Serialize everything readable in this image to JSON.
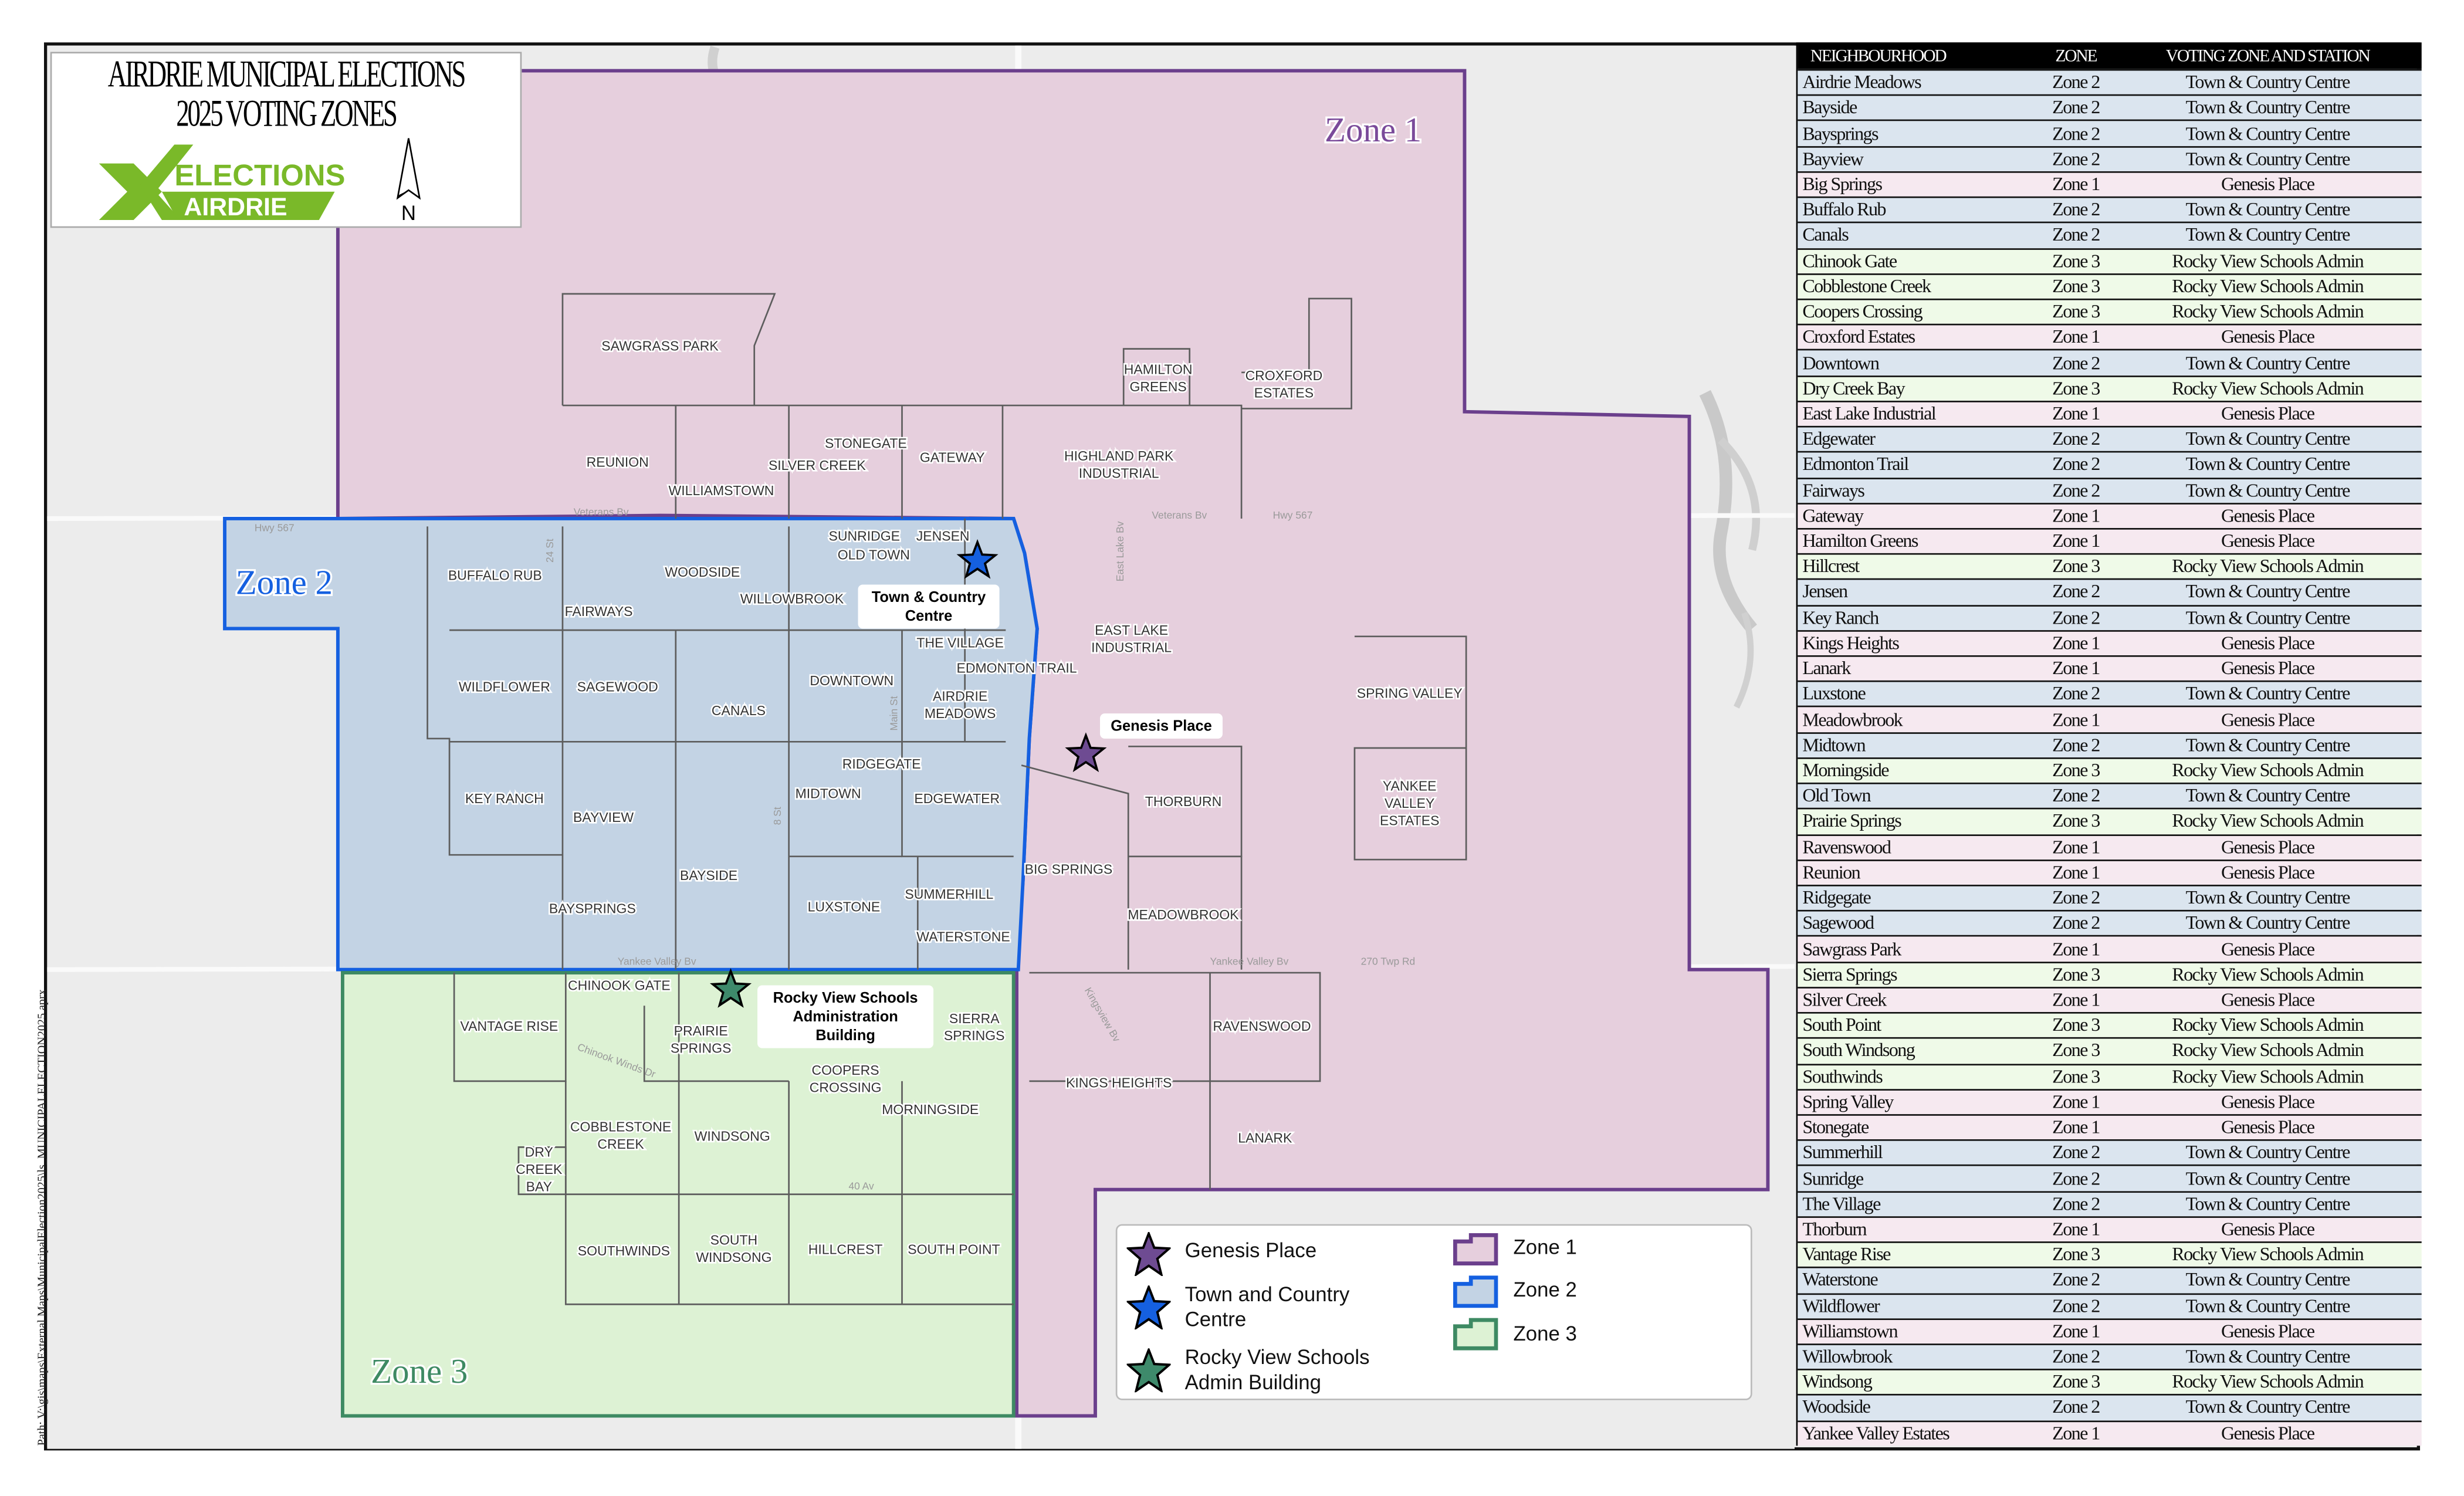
{
  "title": {
    "line1": "AIRDRIE MUNICIPAL ELECTIONS",
    "line2": "2025 VOTING ZONES"
  },
  "logo": {
    "line1": "ELECTIONS",
    "line2": "AIRDRIE",
    "color": "#7ab929"
  },
  "north_arrow": {
    "label": "N"
  },
  "path_text": "Path: V:\\gis\\maps\\External Maps\\MunicipalElection2025\\ls_MUNICIPALELECTION2025.aprx",
  "zones": [
    {
      "label": "Zone 1",
      "fill": "#e6cfdd",
      "stroke": "#6b3f8c",
      "text_color": "#7a4a9a"
    },
    {
      "label": "Zone 2",
      "fill": "#c3d3e4",
      "stroke": "#1560e0",
      "text_color": "#1560e0"
    },
    {
      "label": "Zone 3",
      "fill": "#ddf2d4",
      "stroke": "#3e8a63",
      "text_color": "#3e8a63"
    }
  ],
  "stations": [
    {
      "label": "Town & Country Centre",
      "color": "#1560e0"
    },
    {
      "label": "Genesis Place",
      "color": "#6e4b92"
    },
    {
      "label": "Rocky View Schools Administration Building",
      "color": "#3e8a6b"
    }
  ],
  "neighbourhood_labels": [
    "SAWGRASS PARK",
    "HAMILTON\nGREENS",
    "CROXFORD\nESTATES",
    "REUNION",
    "WILLIAMSTOWN",
    "STONEGATE",
    "SILVER CREEK",
    "GATEWAY",
    "HIGHLAND PARK\nINDUSTRIAL",
    "SUNRIDGE",
    "JENSEN",
    "OLD TOWN",
    "BUFFALO RUB",
    "WOODSIDE",
    "WILLOWBROOK",
    "FAIRWAYS",
    "THE VILLAGE",
    "EDMONTON TRAIL",
    "EAST LAKE\nINDUSTRIAL",
    "WILDFLOWER",
    "SAGEWOOD",
    "CANALS",
    "DOWNTOWN",
    "AIRDRIE\nMEADOWS",
    "SPRING VALLEY",
    "RIDGEGATE",
    "MIDTOWN",
    "EDGEWATER",
    "THORBURN",
    "KEY RANCH",
    "BAYVIEW",
    "YANKEE\nVALLEY\nESTATES",
    "BIG SPRINGS",
    "BAYSIDE",
    "SUMMERHILL",
    "BAYSPRINGS",
    "LUXSTONE",
    "MEADOWBROOK",
    "WATERSTONE",
    "CHINOOK GATE",
    "VANTAGE RISE",
    "PRAIRIE\nSPRINGS",
    "SIERRA\nSPRINGS",
    "RAVENSWOOD",
    "COOPERS\nCROSSING",
    "KINGS HEIGHTS",
    "MORNINGSIDE",
    "COBBLESTONE\nCREEK",
    "WINDSONG",
    "DRY\nCREEK\nBAY",
    "LANARK",
    "SOUTHWINDS",
    "SOUTH\nWINDSONG",
    "HILLCREST",
    "SOUTH POINT"
  ],
  "road_labels": [
    "Hwy 567",
    "Veterans Bv",
    "Veterans Bv",
    "Hwy 567",
    "24 St",
    "Main St",
    "8 St",
    "East Lake Bv",
    "Yankee Valley Bv",
    "Yankee Valley Bv",
    "270 Twp Rd",
    "Chinook Winds Dr",
    "40 Av",
    "Kingsview Bv"
  ],
  "legend": {
    "stations": [
      "Genesis Place",
      "Town and Country\nCentre",
      "Rocky View Schools\nAdmin Building"
    ],
    "zones": [
      "Zone 1",
      "Zone 2",
      "Zone 3"
    ]
  },
  "table": {
    "headers": [
      "NEIGHBOURHOOD",
      "ZONE",
      "VOTING ZONE AND STATION"
    ],
    "row_colors": {
      "Zone 1": "#f6e9f0",
      "Zone 2": "#dbe5ef",
      "Zone 3": "#effae8"
    },
    "rows": [
      [
        "Airdrie Meadows",
        "Zone 2",
        "Town & Country Centre"
      ],
      [
        "Bayside",
        "Zone 2",
        "Town & Country Centre"
      ],
      [
        "Baysprings",
        "Zone 2",
        "Town & Country Centre"
      ],
      [
        "Bayview",
        "Zone 2",
        "Town & Country Centre"
      ],
      [
        "Big Springs",
        "Zone 1",
        "Genesis Place"
      ],
      [
        "Buffalo Rub",
        "Zone 2",
        "Town & Country Centre"
      ],
      [
        "Canals",
        "Zone 2",
        "Town & Country Centre"
      ],
      [
        "Chinook Gate",
        "Zone 3",
        "Rocky View Schools Admin"
      ],
      [
        "Cobblestone Creek",
        "Zone 3",
        "Rocky View Schools Admin"
      ],
      [
        "Coopers Crossing",
        "Zone 3",
        "Rocky View Schools Admin"
      ],
      [
        "Croxford Estates",
        "Zone 1",
        "Genesis Place"
      ],
      [
        "Downtown",
        "Zone 2",
        "Town & Country Centre"
      ],
      [
        "Dry Creek Bay",
        "Zone 3",
        "Rocky View Schools Admin"
      ],
      [
        "East Lake Industrial",
        "Zone 1",
        "Genesis Place"
      ],
      [
        "Edgewater",
        "Zone 2",
        "Town & Country Centre"
      ],
      [
        "Edmonton Trail",
        "Zone 2",
        "Town & Country Centre"
      ],
      [
        "Fairways",
        "Zone 2",
        "Town & Country Centre"
      ],
      [
        "Gateway",
        "Zone 1",
        "Genesis Place"
      ],
      [
        "Hamilton Greens",
        "Zone 1",
        "Genesis Place"
      ],
      [
        "Hillcrest",
        "Zone 3",
        "Rocky View Schools Admin"
      ],
      [
        "Jensen",
        "Zone 2",
        "Town & Country Centre"
      ],
      [
        "Key Ranch",
        "Zone 2",
        "Town & Country Centre"
      ],
      [
        "Kings Heights",
        "Zone 1",
        "Genesis Place"
      ],
      [
        "Lanark",
        "Zone 1",
        "Genesis Place"
      ],
      [
        "Luxstone",
        "Zone 2",
        "Town & Country Centre"
      ],
      [
        "Meadowbrook",
        "Zone 1",
        "Genesis Place"
      ],
      [
        "Midtown",
        "Zone 2",
        "Town & Country Centre"
      ],
      [
        "Morningside",
        "Zone 3",
        "Rocky View Schools Admin"
      ],
      [
        "Old Town",
        "Zone 2",
        "Town & Country Centre"
      ],
      [
        "Prairie Springs",
        "Zone 3",
        "Rocky View Schools Admin"
      ],
      [
        "Ravenswood",
        "Zone 1",
        "Genesis Place"
      ],
      [
        "Reunion",
        "Zone 1",
        "Genesis Place"
      ],
      [
        "Ridgegate",
        "Zone 2",
        "Town & Country Centre"
      ],
      [
        "Sagewood",
        "Zone 2",
        "Town & Country Centre"
      ],
      [
        "Sawgrass Park",
        "Zone 1",
        "Genesis Place"
      ],
      [
        "Sierra Springs",
        "Zone 3",
        "Rocky View Schools Admin"
      ],
      [
        "Silver Creek",
        "Zone 1",
        "Genesis Place"
      ],
      [
        "South Point",
        "Zone 3",
        "Rocky View Schools Admin"
      ],
      [
        "South Windsong",
        "Zone 3",
        "Rocky View Schools Admin"
      ],
      [
        "Southwinds",
        "Zone 3",
        "Rocky View Schools Admin"
      ],
      [
        "Spring Valley",
        "Zone 1",
        "Genesis Place"
      ],
      [
        "Stonegate",
        "Zone 1",
        "Genesis Place"
      ],
      [
        "Summerhill",
        "Zone 2",
        "Town & Country Centre"
      ],
      [
        "Sunridge",
        "Zone 2",
        "Town & Country Centre"
      ],
      [
        "The Village",
        "Zone 2",
        "Town & Country Centre"
      ],
      [
        "Thorburn",
        "Zone 1",
        "Genesis Place"
      ],
      [
        "Vantage Rise",
        "Zone 3",
        "Rocky View Schools Admin"
      ],
      [
        "Waterstone",
        "Zone 2",
        "Town & Country Centre"
      ],
      [
        "Wildflower",
        "Zone 2",
        "Town & Country Centre"
      ],
      [
        "Williamstown",
        "Zone 1",
        "Genesis Place"
      ],
      [
        "Willowbrook",
        "Zone 2",
        "Town & Country Centre"
      ],
      [
        "Windsong",
        "Zone 3",
        "Rocky View Schools Admin"
      ],
      [
        "Woodside",
        "Zone 2",
        "Town & Country Centre"
      ],
      [
        "Yankee Valley Estates",
        "Zone 1",
        "Genesis Place"
      ]
    ]
  }
}
